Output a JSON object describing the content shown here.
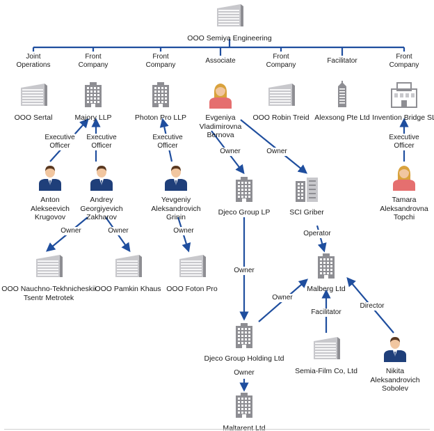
{
  "colors": {
    "line": "#1f4e9e",
    "building_light": "#c8c8cc",
    "building_dark": "#8e8e93",
    "person_suit": "#1f3f7a",
    "person_skin": "#f1c6a0",
    "person_hair_dark": "#5a3820",
    "person_hair_blond": "#d9a23c",
    "person_top_female": "#e56f6f"
  },
  "nodes": [
    {
      "id": "semiya",
      "icon": "building-wide-icon",
      "label": "OOO Semiya Engineering"
    },
    {
      "id": "sertal",
      "icon": "building-wide-icon",
      "label": "OOO Sertal"
    },
    {
      "id": "majory",
      "icon": "building-tall-icon",
      "label": "Majory LLP"
    },
    {
      "id": "photon",
      "icon": "building-tall-icon",
      "label": "Photon Pro LLP"
    },
    {
      "id": "bernova",
      "icon": "person-female-icon",
      "label": "Evgeniya\nVladimirovna\nBernova"
    },
    {
      "id": "robin",
      "icon": "building-wide-icon",
      "label": "OOO Robin Treid"
    },
    {
      "id": "alexsong",
      "icon": "skyscraper-icon",
      "label": "Alexsong Pte Ltd"
    },
    {
      "id": "invention",
      "icon": "building-modern-icon",
      "label": "Invention Bridge SL"
    },
    {
      "id": "krugovov",
      "icon": "person-male-icon",
      "label": "Anton\nAlekseevich\nKrugovov"
    },
    {
      "id": "zakharov",
      "icon": "person-male-icon",
      "label": "Andrey\nGeorgiyevich\nZakharov"
    },
    {
      "id": "grinin",
      "icon": "person-male-icon",
      "label": "Yevgeniy\nAleksandrovich\nGrinin"
    },
    {
      "id": "djecolp",
      "icon": "building-tall-icon",
      "label": "Djeco Group LP"
    },
    {
      "id": "griber",
      "icon": "building-pair-icon",
      "label": "SCI Griber"
    },
    {
      "id": "topchi",
      "icon": "person-female-icon",
      "label": "Tamara\nAleksandrovna\nTopchi"
    },
    {
      "id": "metrotek",
      "icon": "building-wide-icon",
      "label": "OOO Nauchno-Tekhnicheskii\nTsentr Metrotek"
    },
    {
      "id": "pamkin",
      "icon": "building-wide-icon",
      "label": "OOO Pamkin Khaus"
    },
    {
      "id": "foton",
      "icon": "building-wide-icon",
      "label": "OOO Foton Pro"
    },
    {
      "id": "malberg",
      "icon": "building-tall-icon",
      "label": "Malberg Ltd"
    },
    {
      "id": "djecoholding",
      "icon": "building-tall-icon",
      "label": "Djeco Group Holding Ltd"
    },
    {
      "id": "semiafilm",
      "icon": "building-wide-icon",
      "label": "Semia-Film Co, Ltd"
    },
    {
      "id": "sobolev",
      "icon": "person-male-icon",
      "label": "Nikita\nAleksandrovich\nSobolev"
    },
    {
      "id": "maltarent",
      "icon": "building-tall-icon",
      "label": "Maltarent Ltd"
    }
  ],
  "edges": [
    {
      "id": "semiya-sertal",
      "from": "semiya",
      "to": "sertal",
      "label": "Joint\nOperations"
    },
    {
      "id": "semiya-majory",
      "from": "semiya",
      "to": "majory",
      "label": "Front\nCompany"
    },
    {
      "id": "semiya-photon",
      "from": "semiya",
      "to": "photon",
      "label": "Front\nCompany"
    },
    {
      "id": "semiya-bernova",
      "from": "semiya",
      "to": "bernova",
      "label": "Associate"
    },
    {
      "id": "semiya-robin",
      "from": "semiya",
      "to": "robin",
      "label": "Front\nCompany"
    },
    {
      "id": "semiya-alexsong",
      "from": "semiya",
      "to": "alexsong",
      "label": "Facilitator"
    },
    {
      "id": "semiya-invention",
      "from": "semiya",
      "to": "invention",
      "label": "Front\nCompany"
    },
    {
      "id": "krugovov-majory",
      "from": "krugovov",
      "to": "majory",
      "label": "Executive\nOfficer"
    },
    {
      "id": "zakharov-majory",
      "from": "zakharov",
      "to": "majory",
      "label": "Executive\nOfficer"
    },
    {
      "id": "grinin-photon",
      "from": "grinin",
      "to": "photon",
      "label": "Executive\nOfficer"
    },
    {
      "id": "topchi-invention",
      "from": "topchi",
      "to": "invention",
      "label": "Executive\nOfficer"
    },
    {
      "id": "bernova-djecolp",
      "from": "bernova",
      "to": "djecolp",
      "label": "Owner"
    },
    {
      "id": "bernova-griber",
      "from": "bernova",
      "to": "griber",
      "label": "Owner"
    },
    {
      "id": "zakharov-metrotek",
      "from": "zakharov",
      "to": "metrotek",
      "label": "Owner"
    },
    {
      "id": "zakharov-pamkin",
      "from": "zakharov",
      "to": "pamkin",
      "label": "Owner"
    },
    {
      "id": "grinin-foton",
      "from": "grinin",
      "to": "foton",
      "label": "Owner"
    },
    {
      "id": "griber-malberg",
      "from": "griber",
      "to": "malberg",
      "label": "Operator"
    },
    {
      "id": "djecolp-djecoholding",
      "from": "djecolp",
      "to": "djecoholding",
      "label": "Owner"
    },
    {
      "id": "djecoholding-malberg",
      "from": "djecoholding",
      "to": "malberg",
      "label": "Owner"
    },
    {
      "id": "semiafilm-malberg",
      "from": "semiafilm",
      "to": "malberg",
      "label": "Facilitator"
    },
    {
      "id": "sobolev-malberg",
      "from": "sobolev",
      "to": "malberg",
      "label": "Director"
    },
    {
      "id": "djecoholding-maltarent",
      "from": "djecoholding",
      "to": "maltarent",
      "label": "Owner"
    }
  ]
}
